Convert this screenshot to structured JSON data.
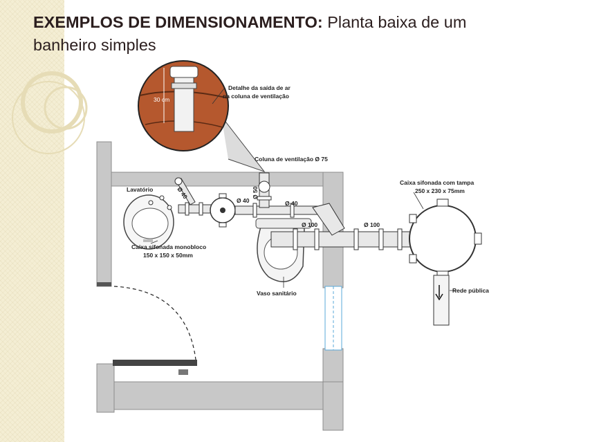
{
  "title": {
    "bold": "EXEMPLOS DE DIMENSIONAMENTO:",
    "rest": " Planta baixa de um",
    "line2": "banheiro simples"
  },
  "labels": {
    "detail": [
      "Detalhe da saída de ar",
      "na coluna de ventilação"
    ],
    "height_30": "30 cm",
    "vent_column": "Coluna de ventilação Ø 75",
    "siphon_box": [
      "Caixa sifonada com tampa",
      "250 x 230 x 75mm"
    ],
    "lavatory": "Lavatório",
    "d40_lav": "Ø 40",
    "d40_a": "Ø 40",
    "d50": "Ø 50",
    "d40_b": "Ø 40",
    "d100_a": "Ø 100",
    "d100_b": "Ø 100",
    "mono_box": [
      "Caixa sifonada monobloco",
      "150 x 150 x 50mm"
    ],
    "toilet": "Vaso sanitário",
    "public_network": "Rede pública"
  },
  "colors": {
    "wall": "#c8c8c8",
    "wall_outline": "#8c8c8c",
    "terracotta": "#b5582e",
    "text_dark": "#2b1e1e",
    "side_band": "#f4eed4",
    "window_blue": "#5aa8d8"
  }
}
